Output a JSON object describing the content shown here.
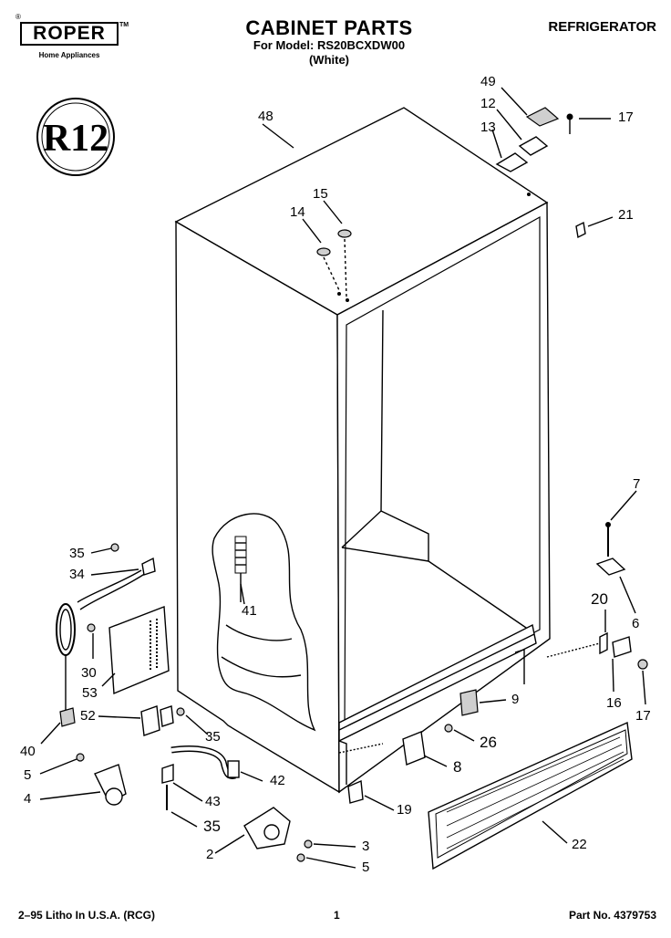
{
  "header": {
    "brand": "ROPER",
    "brand_tagline": "Home Appliances",
    "brand_tm": "TM",
    "brand_mark": "®",
    "title": "CABINET PARTS",
    "model_line": "For Model: RS20BCXDW00",
    "color_line": "(White)",
    "category": "REFRIGERATOR"
  },
  "badge": {
    "text": "R12"
  },
  "footer": {
    "print_info": "2–95 Litho In U.S.A. (RCG)",
    "page_number": "1",
    "part_number": "Part No. 4379753"
  },
  "callouts": {
    "c48": "48",
    "c49": "49",
    "c12": "12",
    "c13": "13",
    "c17a": "17",
    "c21": "21",
    "c15": "15",
    "c14": "14",
    "c7": "7",
    "c6": "6",
    "c20": "20",
    "c16": "16",
    "c17b": "17",
    "c9": "9",
    "c26": "26",
    "c8": "8",
    "c22": "22",
    "c19": "19",
    "c3": "3",
    "c5b": "5",
    "c2": "2",
    "c35c": "35",
    "c43": "43",
    "c42": "42",
    "c4": "4",
    "c5a": "5",
    "c40": "40",
    "c52": "52",
    "c35b": "35",
    "c53": "53",
    "c30": "30",
    "c34": "34",
    "c35a": "35",
    "c41": "41"
  }
}
